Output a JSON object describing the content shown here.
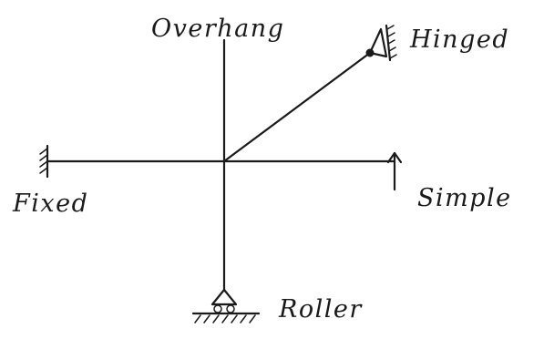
{
  "labels": {
    "top": "Overhang",
    "top_right": "Hinged",
    "right": "Simple",
    "left": "Fixed",
    "bottom": "Roller"
  },
  "colors": {
    "ink": "#1a1a1a",
    "paper": "#ffffff"
  }
}
